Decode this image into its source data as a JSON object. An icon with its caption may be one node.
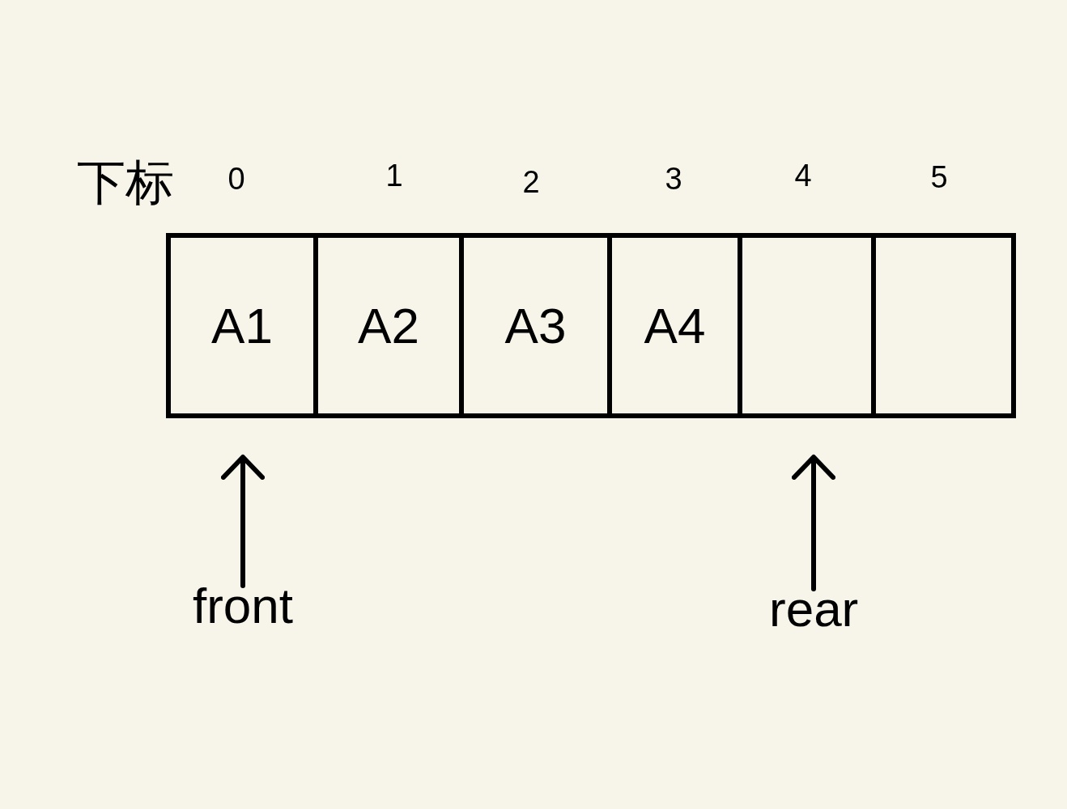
{
  "diagram": {
    "nodes": [
      {
        "text": [
          "A1"
        ]
      },
      {
        "text": [
          "A2"
        ]
      },
      {
        "text": [
          "A3"
        ]
      },
      {
        "text": [
          "A4"
        ]
      },
      {
        "text": [],
        "shape": "box"
      },
      {
        "text": [],
        "shape": "box"
      },
      {
        "text": [
          "front"
        ]
      },
      {
        "text": [
          "rear"
        ]
      }
    ],
    "edges": [
      {
        "from": 6,
        "to": 0,
        "arrow": "to"
      },
      {
        "from": 7,
        "to": 4,
        "arrow": "to"
      }
    ],
    "labels": [
      "下标",
      "0",
      "1",
      "2",
      "3",
      "4",
      "5"
    ]
  }
}
